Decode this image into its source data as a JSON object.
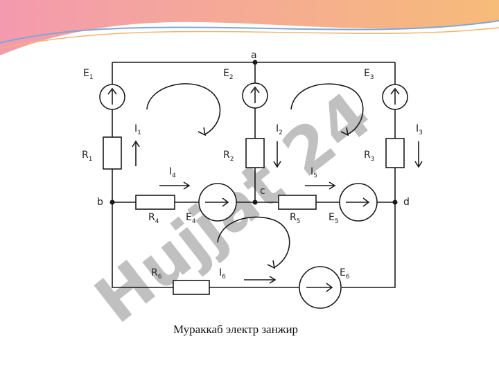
{
  "caption": "Мураккаб электр занжир",
  "watermark": "Hujjat 24",
  "nodes": {
    "a": "a",
    "b": "b",
    "c": "c",
    "d": "d"
  },
  "sources": [
    {
      "base": "E",
      "sub": "1"
    },
    {
      "base": "E",
      "sub": "2"
    },
    {
      "base": "E",
      "sub": "3"
    },
    {
      "base": "E",
      "sub": "4"
    },
    {
      "base": "E",
      "sub": "5"
    },
    {
      "base": "E",
      "sub": "6"
    }
  ],
  "resistors": [
    {
      "base": "R",
      "sub": "1"
    },
    {
      "base": "R",
      "sub": "2"
    },
    {
      "base": "R",
      "sub": "3"
    },
    {
      "base": "R",
      "sub": "4"
    },
    {
      "base": "R",
      "sub": "5"
    },
    {
      "base": "R",
      "sub": "6"
    }
  ],
  "currents": [
    {
      "base": "I",
      "sub": "1"
    },
    {
      "base": "I",
      "sub": "2"
    },
    {
      "base": "I",
      "sub": "3"
    },
    {
      "base": "I",
      "sub": "4"
    },
    {
      "base": "I",
      "sub": "5"
    },
    {
      "base": "I",
      "sub": "6"
    }
  ],
  "colors": {
    "wire": "#1a1a1a",
    "watermark": "#b6b6b6",
    "watermark_accent": "#b7a6e8",
    "swoosh_pink": "#f28fa6",
    "swoosh_orange": "#f6b46a",
    "swoosh_blue": "#7fa7d6"
  }
}
